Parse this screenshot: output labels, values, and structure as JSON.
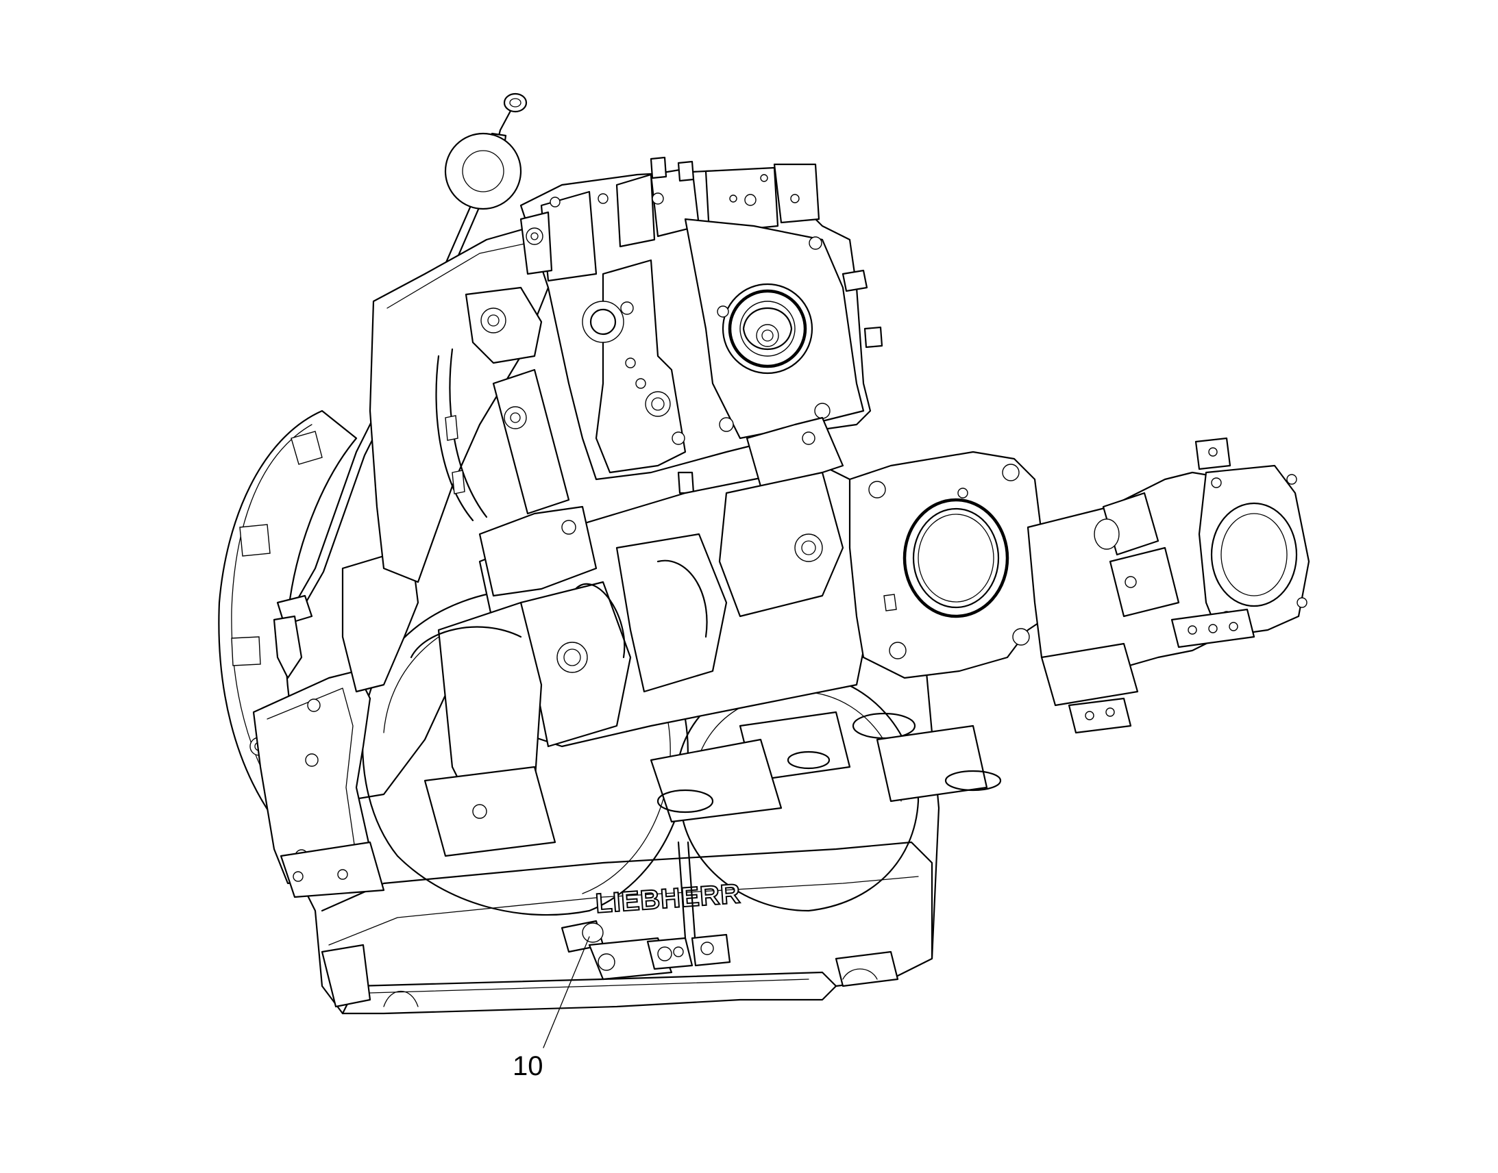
{
  "figure": {
    "callouts": [
      {
        "label": "10",
        "target": "drain-plug-fitting"
      }
    ],
    "logo_text": "LIEBHERR",
    "colors": {
      "line": "#000000",
      "background": "#ffffff"
    }
  }
}
